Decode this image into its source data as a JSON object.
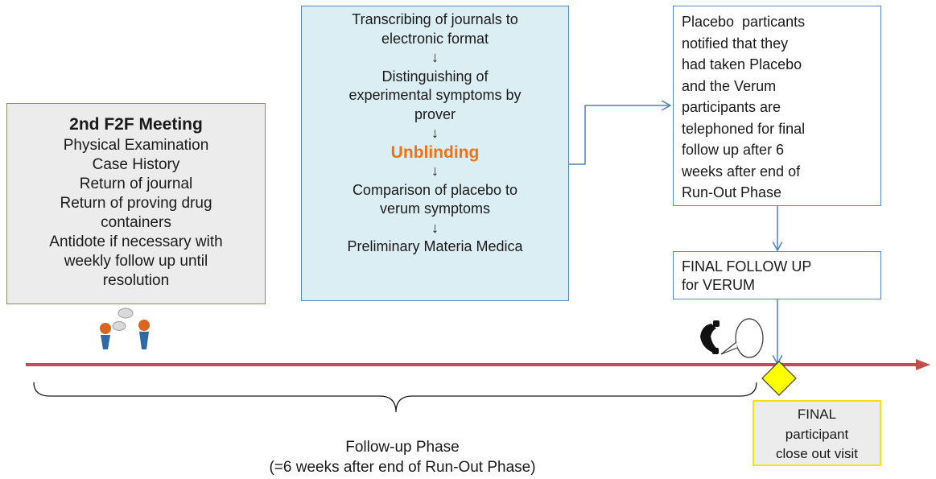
{
  "meeting_box": {
    "title": "2nd F2F Meeting",
    "lines": [
      "Physical Examination",
      "Case History",
      "Return of journal",
      "Return of proving drug",
      "containers",
      "Antidote if necessary with",
      "weekly follow up until",
      "resolution"
    ]
  },
  "process_box": {
    "step1_line1": "Transcribing of journals to",
    "step1_line2": "electronic format",
    "step2_line1": "Distinguishing of",
    "step2_line2": "experimental symptoms by",
    "step2_line3": "prover",
    "step3": "Unblinding",
    "step4_line1": "Comparison of placebo to",
    "step4_line2": "verum symptoms",
    "step5": "Preliminary Materia Medica",
    "arrow_glyph": "↓"
  },
  "placebo_box": {
    "lines": [
      "Placebo  particants",
      "notified that they",
      "had taken Placebo",
      "and the Verum",
      "participants are",
      "telephoned for final",
      "follow up after 6",
      "weeks after end of",
      "Run-Out Phase"
    ]
  },
  "final_follow_up": {
    "line1": "FINAL FOLLOW UP",
    "line2": "for VERUM"
  },
  "close_out": {
    "line1": "FINAL",
    "line2": "participant",
    "line3": "close out visit"
  },
  "phase_label": {
    "line1": "Follow-up Phase",
    "line2": "(=6 weeks after end of Run-Out Phase)"
  },
  "colors": {
    "timeline": "#c0504d",
    "connector": "#4f81bd",
    "highlight": "#f07216",
    "milestone": "#ffff00"
  }
}
